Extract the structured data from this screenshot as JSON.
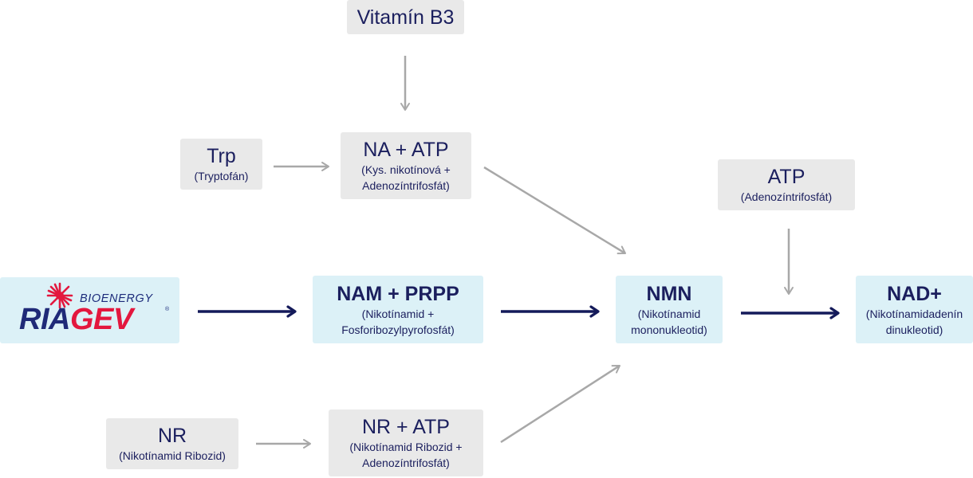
{
  "colors": {
    "gray_box": "#e9e9e9",
    "blue_box": "#dcf1f7",
    "navy_text": "#1b1f5e",
    "gray_arrow": "#a8a8a8",
    "navy_arrow": "#141a5a",
    "logo_red": "#e3173e"
  },
  "logo": {
    "brand_part1": "RIA",
    "brand_part2": "GEV",
    "subtitle": "BIOENERGY",
    "registered": "®",
    "icon": "starburst-icon"
  },
  "nodes": {
    "vitamin_b3": {
      "title": "Vitamín B3"
    },
    "trp": {
      "title": "Trp",
      "subtitle": "(Tryptofán)"
    },
    "na_atp": {
      "title": "NA + ATP",
      "subtitle": "(Kys. nikotínová +\nAdenozíntrifosfát)"
    },
    "atp": {
      "title": "ATP",
      "subtitle": "(Adenozíntrifosfát)"
    },
    "nam_prpp": {
      "title": "NAM + PRPP",
      "subtitle": "(Nikotínamid +\nFosforibozylpyrofosfát)"
    },
    "nmn": {
      "title": "NMN",
      "subtitle": "(Nikotínamid\nmononukleotid)"
    },
    "nad": {
      "title": "NAD+",
      "subtitle": "(Nikotínamidadenín\ndinukleotid)"
    },
    "nr": {
      "title": "NR",
      "subtitle": "(Nikotínamid Ribozid)"
    },
    "nr_atp": {
      "title": "NR + ATP",
      "subtitle": "(Nikotínamid Ribozid +\nAdenozíntrifosfát)"
    }
  }
}
